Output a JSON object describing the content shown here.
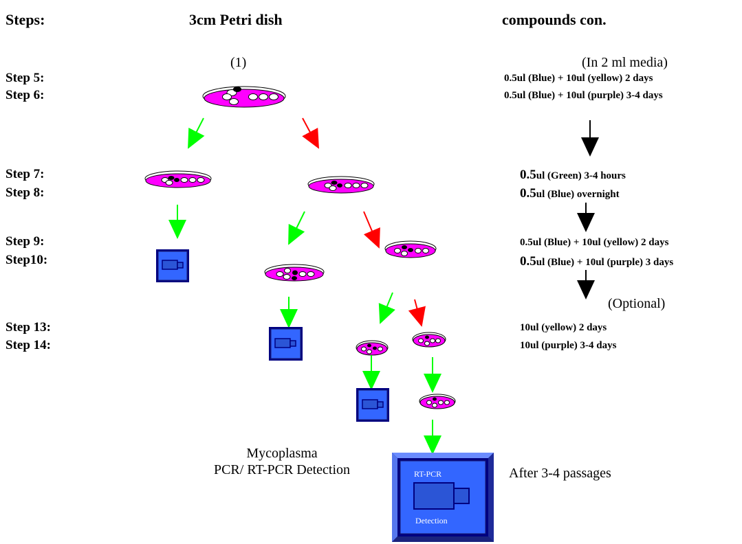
{
  "headers": {
    "steps": "Steps:",
    "dish": "3cm Petri dish",
    "compounds": "compounds con."
  },
  "dish_number": "(1)",
  "media_note": "(In 2 ml media)",
  "steps": [
    "Step 5:",
    "Step 6:",
    "Step 7:",
    "Step 8:",
    "Step 9:",
    "Step10:",
    "Step 13:",
    "Step 14:"
  ],
  "compounds": {
    "s5": "0.5ul (Blue) + 10ul (yellow) 2 days",
    "s6": "0.5ul (Blue) + 10ul (purple) 3-4 days",
    "s7_num": "0.5",
    "s7_rest": "ul (Green) 3-4 hours",
    "s8_num": "0.5",
    "s8_rest": "ul (Blue) overnight",
    "s9": "0.5ul (Blue) + 10ul (yellow) 2 days",
    "s10_num": "0.5",
    "s10_rest": "ul (Blue) + 10ul (purple) 3 days",
    "optional": "(Optional)",
    "s13": "10ul (yellow) 2 days",
    "s14": "10ul (purple) 3-4 days"
  },
  "detection_label": [
    "Mycoplasma",
    "PCR/ RT-PCR Detection"
  ],
  "passages_note": "After 3-4 passages",
  "big_box": {
    "top": "RT-PCR",
    "bottom": "Detection"
  },
  "colors": {
    "dish": "#ff00ff",
    "detector": "#3366ff",
    "green_arrow": "#00ff00",
    "red_arrow": "#ff0000",
    "black_arrow": "#000000"
  }
}
